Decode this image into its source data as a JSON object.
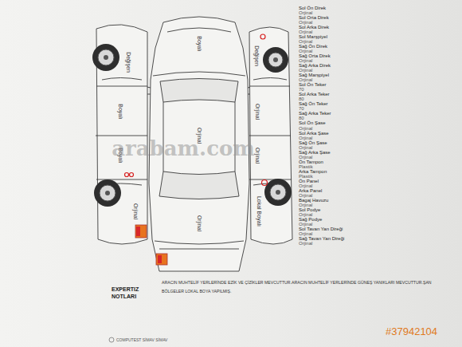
{
  "diagram": {
    "labels": [
      "Boyalı",
      "Değişen",
      "Boyalı",
      "Boyalı",
      "Orjinal",
      "Değişen",
      "Orjinal",
      "Orjinal",
      "Orjinal",
      "Lokal Boyalı",
      "Orjinal",
      "Sol Ön Direk",
      "Orjinal",
      "Sol Orta Direk",
      "Orjinal",
      "Sol Arka Direk",
      "Orjinal",
      "Sol Marşpiyel",
      "Orjinal",
      "Sağ Ön Direk",
      "Orjinal",
      "Sağ Orta Direk",
      "Orjinal",
      "Sağ Arka Direk",
      "Orjinal",
      "Sağ Marşpiyel",
      "Orjinal",
      "Sol Ön Teker",
      "70",
      "Sol Arka Teker",
      "80",
      "Sağ Ön Teker",
      "70",
      "Sağ Arka Teker",
      "80",
      "Sol Ön Şase",
      "Orjinal",
      "Sol Arka Şase",
      "Orjinal",
      "Sağ Ön Şase",
      "Orjinal",
      "Sağ Arka Şase",
      "Orjinal",
      "Ön Tampon",
      "Plastik",
      "Arka Tampon",
      "Plastik",
      "Ön Panel",
      "Orjinal",
      "Arka Panel",
      "Orjinal",
      "Bagaj Havuzu",
      "Orjinal",
      "Sol Podye",
      "Orjinal",
      "Sağ Podye",
      "Orjinal",
      "Sol Tavan Yan Direği",
      "Orjinal",
      "Sağ Tavan Yan Direği",
      "Orjinal",
      "arabam.com",
      "EXPERTIZ NOTLARI",
      "ARACIN MUHTELİF YERLERİNDE EZİK VE ÇİZİKLER MEVCUTTUR.ARACIN MUHTELİF YERLERİNDE GÜNEŞ YANIKLARI MEVCUTTUR.ŞAN",
      "BÖLGELER LOKAL BOYA YAPILMIŞ.",
      "COMPUTEST SİMAV SİMAV",
      "#37942104"
    ]
  }
}
